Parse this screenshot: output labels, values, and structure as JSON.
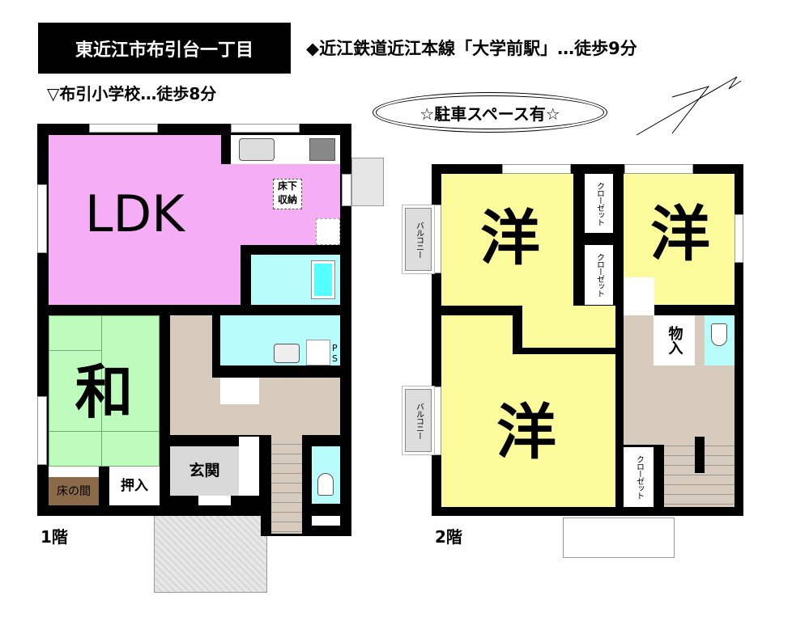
{
  "header": {
    "address": "東近江市布引台一丁目",
    "station": "◆近江鉄道近江本線「大学前駅」…徒歩9分",
    "school": "▽布引小学校…徒歩8分",
    "parking": "☆駐車スペース有☆"
  },
  "floor1": {
    "label": "1階",
    "rooms": {
      "ldk": "LDK",
      "underfloor_storage_1": "床下",
      "underfloor_storage_2": "収納",
      "washitsu": "和",
      "tokonoma": "床の間",
      "oshiire": "押入",
      "genkan": "玄関",
      "ps_1": "P",
      "ps_2": "S"
    }
  },
  "floor2": {
    "label": "2階",
    "rooms": {
      "western_1": "洋",
      "western_2": "洋",
      "western_3": "洋",
      "closet_1": "クローゼット",
      "closet_2": "クローゼット",
      "closet_3": "クローゼット",
      "storage": "物入",
      "balcony_1": "バルコニー",
      "balcony_2": "バルコニー"
    }
  },
  "colors": {
    "ldk": "#f5adf5",
    "washitsu": "#bdfcbd",
    "water": "#b9fcfc",
    "hall": "#d7cbbd",
    "western": "#fbfb9b",
    "tokonoma": "#8b6a4a",
    "genkan": "#d9d9d9"
  }
}
